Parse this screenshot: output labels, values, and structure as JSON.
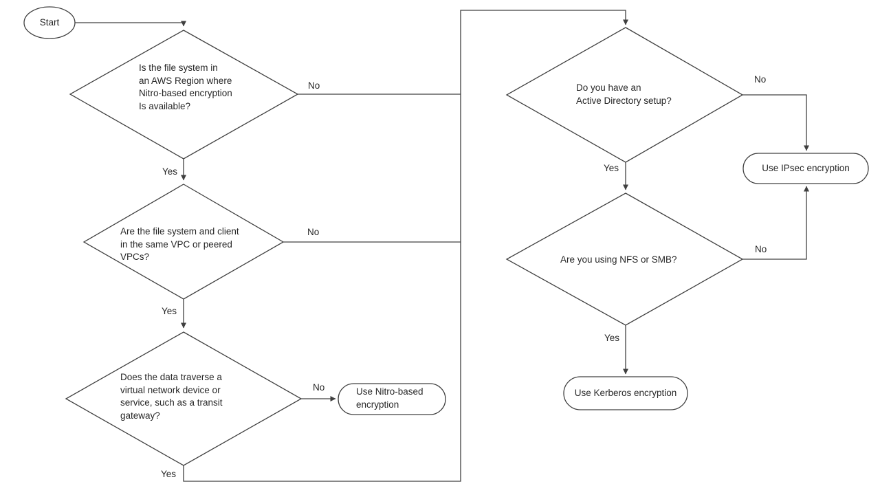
{
  "diagram": {
    "type": "flowchart",
    "nodes": {
      "start": {
        "shape": "ellipse",
        "label": "Start"
      },
      "d1": {
        "shape": "decision",
        "text": "Is the file system in\nan AWS Region where\nNitro-based encryption\nIs available?"
      },
      "d2": {
        "shape": "decision",
        "text": "Are the file system and client\nin the same VPC or peered\nVPCs?"
      },
      "d3": {
        "shape": "decision",
        "text": "Does the data traverse a\nvirtual network device or\nservice, such as a transit\ngateway?"
      },
      "d4": {
        "shape": "decision",
        "text": "Do you have an\nActive Directory setup?"
      },
      "d5": {
        "shape": "decision",
        "text": "Are you using NFS or SMB?"
      },
      "nitro": {
        "shape": "terminal",
        "text": "Use Nitro-based\nencryption"
      },
      "ipsec": {
        "shape": "terminal",
        "text": "Use IPsec encryption"
      },
      "kerberos": {
        "shape": "terminal",
        "text": "Use Kerberos encryption"
      }
    },
    "edge_labels": {
      "d1_yes": "Yes",
      "d1_no": "No",
      "d2_yes": "Yes",
      "d2_no": "No",
      "d3_yes": "Yes",
      "d3_no": "No",
      "d4_yes": "Yes",
      "d4_no": "No",
      "d5_yes": "Yes",
      "d5_no": "No"
    },
    "connections": [
      {
        "from": "start",
        "to": "d1",
        "label": ""
      },
      {
        "from": "d1",
        "to": "d2",
        "label": "Yes"
      },
      {
        "from": "d1",
        "to": "d4",
        "label": "No"
      },
      {
        "from": "d2",
        "to": "d3",
        "label": "Yes"
      },
      {
        "from": "d2",
        "to": "d4",
        "label": "No"
      },
      {
        "from": "d3",
        "to": "nitro",
        "label": "No"
      },
      {
        "from": "d3",
        "to": "d4",
        "label": "Yes"
      },
      {
        "from": "d4",
        "to": "d5",
        "label": "Yes"
      },
      {
        "from": "d4",
        "to": "ipsec",
        "label": "No"
      },
      {
        "from": "d5",
        "to": "kerberos",
        "label": "Yes"
      },
      {
        "from": "d5",
        "to": "ipsec",
        "label": "No"
      }
    ],
    "colors": {
      "line": "#404040",
      "text": "#262626",
      "background": "#ffffff",
      "shape_fill": "#ffffff"
    }
  }
}
